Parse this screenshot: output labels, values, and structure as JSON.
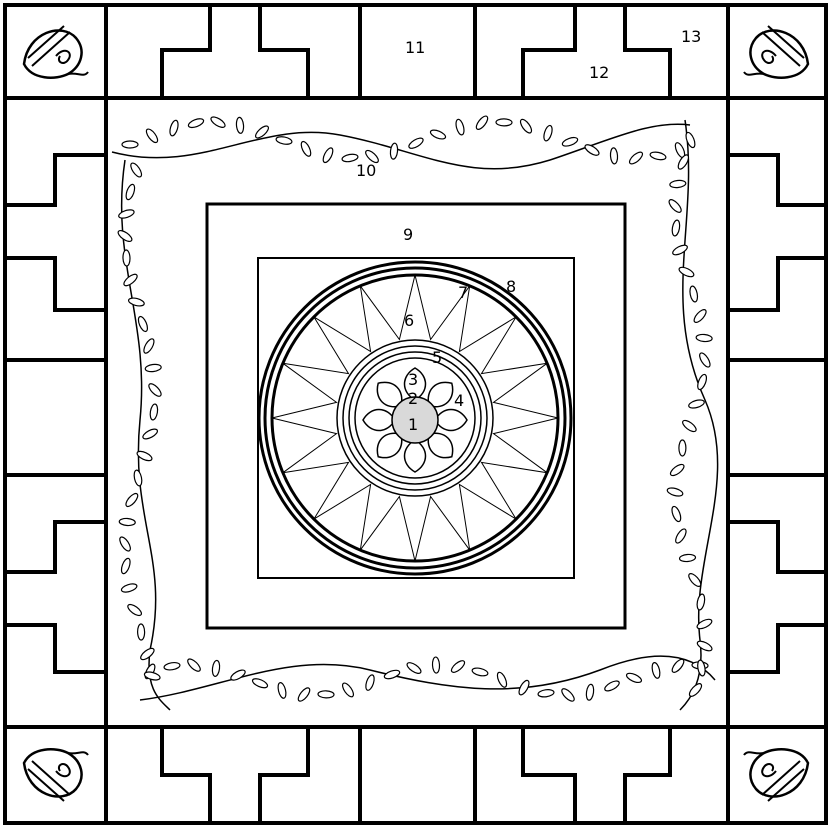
{
  "colors": {
    "ink": "#000000",
    "paper": "#ffffff",
    "center_fill": "#d9d9d9"
  },
  "labels": {
    "l1": "1",
    "l2": "2",
    "l3": "3",
    "l4": "4",
    "l5": "5",
    "l6": "6",
    "l7": "7",
    "l8": "8",
    "l9": "9",
    "l10": "10",
    "l11": "11",
    "l12": "12",
    "l13": "13"
  },
  "icons": {
    "corner_ornament": "conch-shell-icon",
    "border_pattern": "key-pattern-icon",
    "garland": "leafy-vine-icon",
    "center": "lotus-icon"
  }
}
